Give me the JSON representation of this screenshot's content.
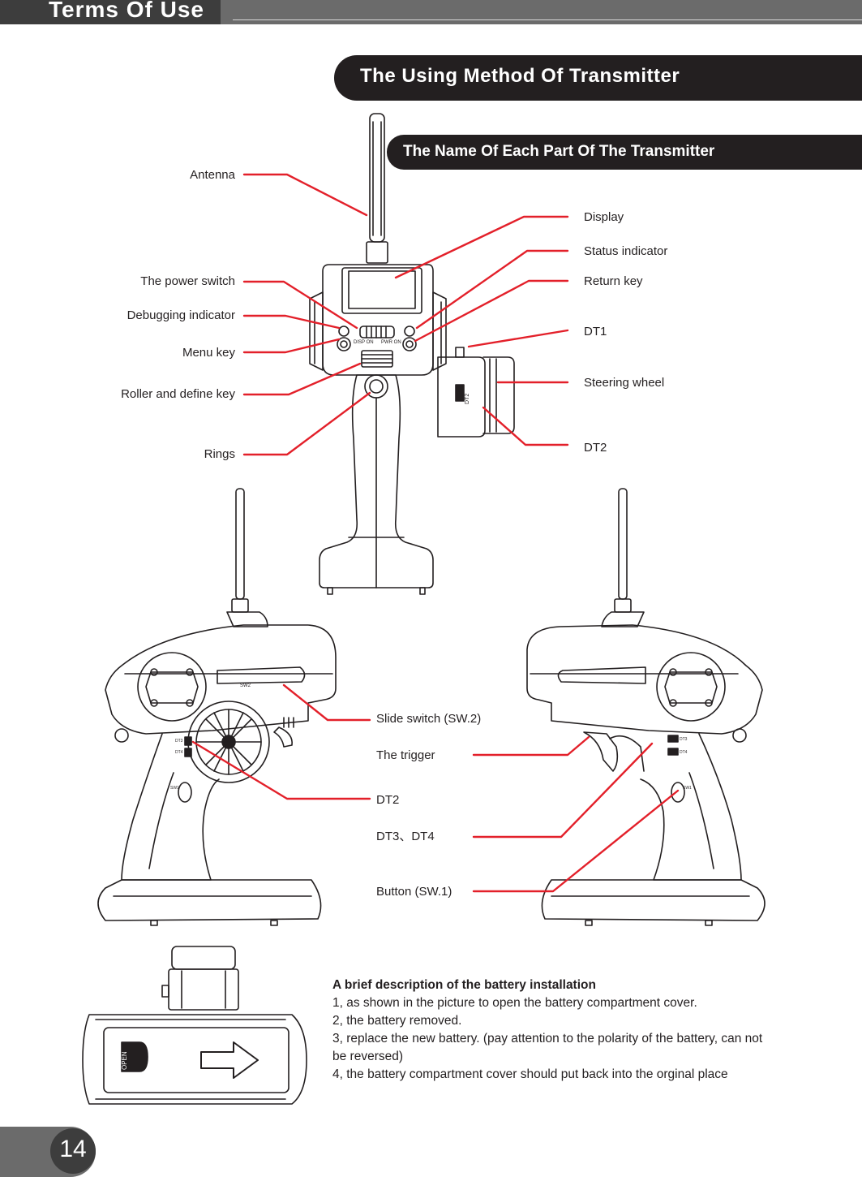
{
  "header": {
    "section_title": "Terms Of Use"
  },
  "banners": {
    "main": "The Using Method Of Transmitter",
    "sub": "The Name Of Each Part Of The Transmitter"
  },
  "labels_left": {
    "antenna": "Antenna",
    "power_switch": "The power switch",
    "debug_indicator": "Debugging indicator",
    "menu_key": "Menu key",
    "roller": "Roller and define key",
    "rings": "Rings"
  },
  "labels_right": {
    "display": "Display",
    "status_indicator": "Status indicator",
    "return_key": "Return key",
    "dt1": "DT1",
    "steering_wheel": "Steering wheel",
    "dt2": "DT2"
  },
  "labels_middle": {
    "slide_switch": "Slide switch (SW.2)",
    "trigger": "The trigger",
    "dt2": "DT2",
    "dt3_dt4": "DT3、DT4",
    "button": "Button (SW.1)"
  },
  "device_marks": {
    "disp_on": "DISP ON",
    "pwr_on": "PWR ON",
    "dt2_mark": "DT2",
    "sw2_mark": "SW2",
    "dt3_mark": "DT3",
    "dt4_mark": "DT4",
    "sw1_mark": "SW1",
    "open_mark": "OPEN"
  },
  "battery": {
    "title": "A brief description of the battery installation",
    "steps": [
      "1, as shown in the picture to open the battery compartment cover.",
      "2, the battery removed.",
      "3, replace the new battery. (pay attention to  the polarity of the battery, can not be reversed)",
      "4, the battery compartment cover should put back into the orginal place"
    ]
  },
  "page_number": "14",
  "colors": {
    "callout_line": "#e3202a",
    "dark": "#231f20",
    "header_gray": "#6b6b6b"
  }
}
